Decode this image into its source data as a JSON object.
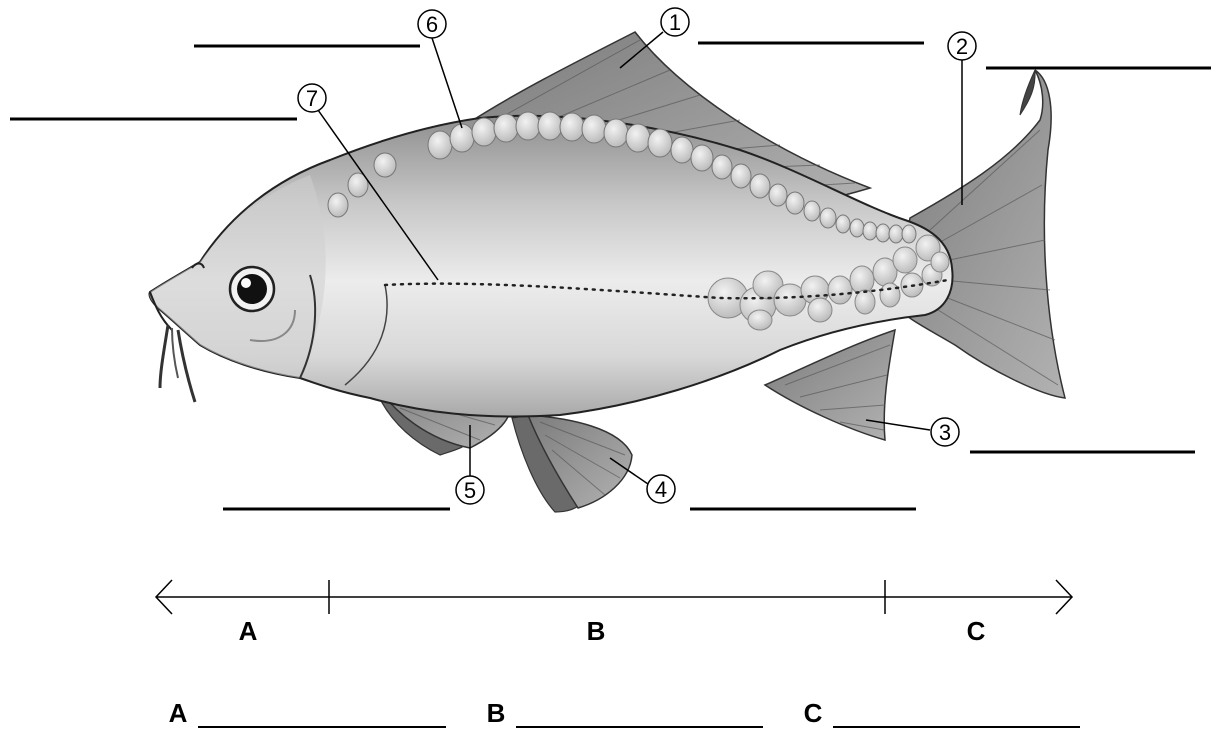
{
  "labels": {
    "n1": "1",
    "n2": "2",
    "n3": "3",
    "n4": "4",
    "n5": "5",
    "n6": "6",
    "n7": "7"
  },
  "segments": {
    "a": "A",
    "b": "B",
    "c": "C"
  },
  "answers": {
    "a": "A",
    "b": "B",
    "c": "C"
  },
  "colors": {
    "body_light": "#e6e6e6",
    "body_mid": "#b4b4b4",
    "body_dark": "#8c8c8c",
    "fin": "#9a9a9a",
    "fin_dark": "#6a6a6a",
    "outline": "#222222"
  }
}
